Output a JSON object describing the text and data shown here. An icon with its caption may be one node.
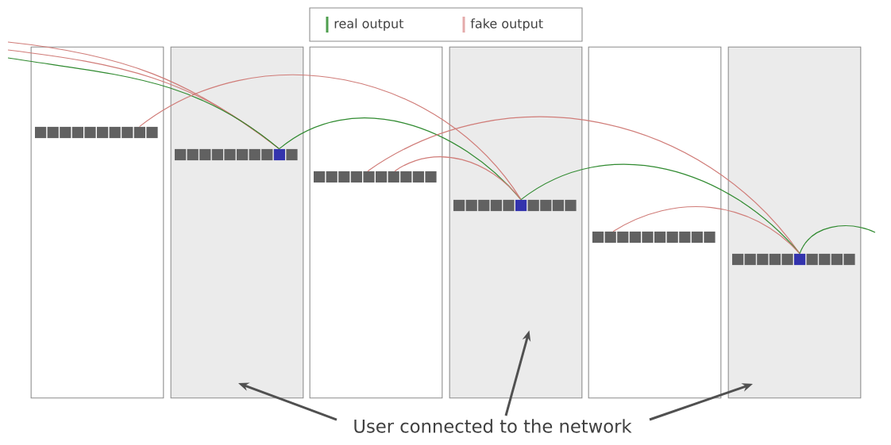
{
  "diagram": {
    "nodes": [
      {
        "text": [],
        "shape": "box"
      },
      {
        "text": [],
        "shape": "box"
      },
      {
        "text": [],
        "shape": "box"
      },
      {
        "text": [],
        "shape": "box"
      },
      {
        "text": [],
        "shape": "box"
      },
      {
        "text": [],
        "shape": "box"
      },
      {
        "text": [],
        "shape": "bar",
        "in": 0
      },
      {
        "text": [],
        "shape": "bar",
        "in": 1
      },
      {
        "text": [],
        "shape": "bar",
        "in": 2
      },
      {
        "text": [],
        "shape": "bar",
        "in": 3
      },
      {
        "text": [],
        "shape": "bar",
        "in": 4
      },
      {
        "text": [],
        "shape": "bar",
        "in": 5
      },
      {
        "text": [
          "User connected to the network"
        ]
      }
    ],
    "edges": [
      {
        "from": null,
        "to": 7,
        "arrow": "none",
        "color": "#d07c78"
      },
      {
        "from": null,
        "to": 7,
        "arrow": "none",
        "color": "#d07c78"
      },
      {
        "from": null,
        "to": 7,
        "arrow": "none",
        "color": "#2f8a2f"
      },
      {
        "from": 6,
        "to": 9,
        "arrow": "none",
        "color": "#d07c78"
      },
      {
        "from": 7,
        "to": 9,
        "arrow": "none",
        "color": "#2f8a2f"
      },
      {
        "from": 8,
        "to": 9,
        "arrow": "none",
        "color": "#d07c78"
      },
      {
        "from": 8,
        "to": 11,
        "arrow": "none",
        "color": "#d07c78"
      },
      {
        "from": 9,
        "to": 11,
        "arrow": "none",
        "color": "#2f8a2f"
      },
      {
        "from": 10,
        "to": 11,
        "arrow": "none",
        "color": "#d07c78"
      },
      {
        "from": 11,
        "to": null,
        "arrow": "none",
        "color": "#2f8a2f"
      },
      {
        "from": 12,
        "to": 1,
        "arrow": "to",
        "style": "thick",
        "color": "#505050"
      },
      {
        "from": 12,
        "to": 3,
        "arrow": "to",
        "style": "thick",
        "color": "#505050"
      },
      {
        "from": 12,
        "to": 5,
        "arrow": "to",
        "style": "thick",
        "color": "#505050"
      }
    ],
    "legend": [
      {
        "text": "real output",
        "color": "#4e9e4e"
      },
      {
        "text": "fake output",
        "color": "#e4aaaa"
      }
    ]
  }
}
